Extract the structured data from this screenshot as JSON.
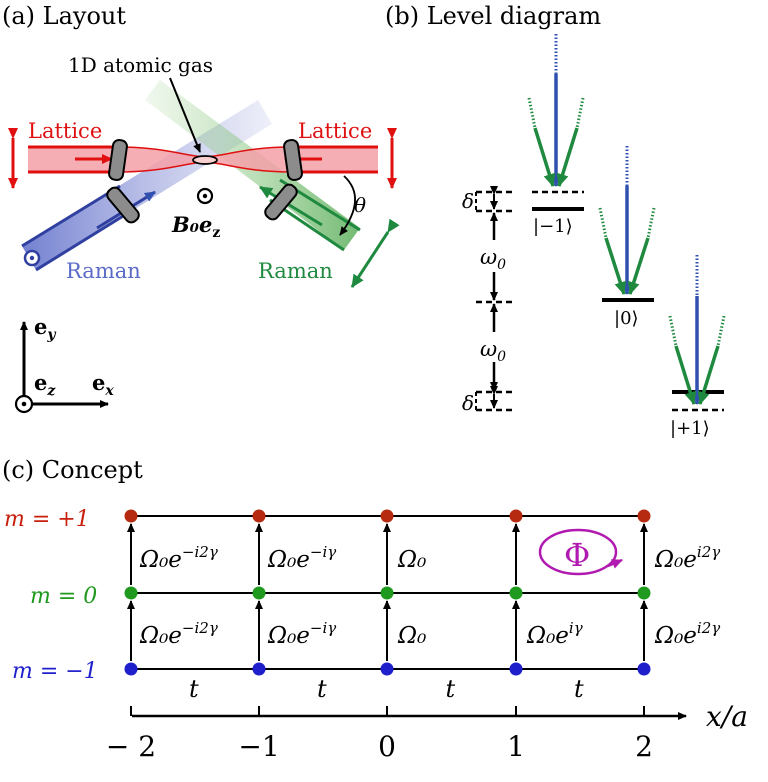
{
  "panels": {
    "a_title": "(a) Layout",
    "b_title": "(b) Level diagram",
    "c_title": "(c) Concept"
  },
  "layout": {
    "gas_label": "1D atomic gas",
    "lattice_left": "Lattice",
    "lattice_right": "Lattice",
    "raman_left": "Raman",
    "raman_right": "Raman",
    "field_label": "B₀e",
    "field_sub": "z",
    "angle_label": "θ",
    "axis_ey": "e",
    "axis_ey_sub": "y",
    "axis_ex": "e",
    "axis_ex_sub": "x",
    "axis_ez": "e",
    "axis_ez_sub": "z"
  },
  "level": {
    "delta_top": "δ",
    "omega_top": "ω",
    "omega_top_sub": "0",
    "omega_bottom": "ω",
    "omega_bottom_sub": "0",
    "delta_bottom": "δ",
    "state_m1": "|−1⟩",
    "state_0": "|0⟩",
    "state_p1": "|+1⟩"
  },
  "concept": {
    "row_labels": [
      {
        "text": "m = +1",
        "color": "#c8200e"
      },
      {
        "text": "m = 0",
        "color": "#1f9a1f"
      },
      {
        "text": "m = −1",
        "color": "#1f1fcc"
      }
    ],
    "node_colors": {
      "top": "#b52a10",
      "middle": "#1f9a1f",
      "bottom": "#1f1fcc"
    },
    "upper_couplings": [
      {
        "base": "Ω₀e",
        "exp": "−i2γ"
      },
      {
        "base": "Ω₀e",
        "exp": "−iγ"
      },
      {
        "base": "Ω₀",
        "exp": ""
      },
      {
        "base": "",
        "exp": ""
      },
      {
        "base": "Ω₀e",
        "exp": "i2γ"
      }
    ],
    "lower_couplings": [
      {
        "base": "Ω₀e",
        "exp": "−i2γ"
      },
      {
        "base": "Ω₀e",
        "exp": "−iγ"
      },
      {
        "base": "Ω₀",
        "exp": ""
      },
      {
        "base": "Ω₀e",
        "exp": "iγ"
      },
      {
        "base": "Ω₀e",
        "exp": "i2γ"
      }
    ],
    "tunneling": [
      "t",
      "t",
      "t",
      "t"
    ],
    "flux": "Φ",
    "flux_color": "#b01ab0",
    "axis_label": "x/a",
    "ticks": [
      "− 2",
      "−1",
      "0",
      "1",
      "2"
    ]
  }
}
